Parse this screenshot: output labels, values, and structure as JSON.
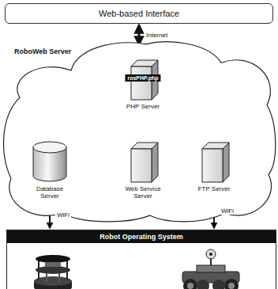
{
  "diagram": {
    "nodes": [
      {
        "text": [
          "Web-based Interface"
        ]
      },
      {
        "text": [
          "RoboWeb Server"
        ]
      },
      {
        "text": [
          "rosPHP.php",
          "PHP Server"
        ],
        "in": 1
      },
      {
        "text": [
          "Database Server"
        ],
        "in": 1
      },
      {
        "text": [
          "Web Service Server"
        ],
        "in": 1
      },
      {
        "text": [
          "FTP Server"
        ],
        "in": 1
      },
      {
        "text": [
          "Robot Operating System"
        ]
      }
    ],
    "edges": [
      {
        "from": 0,
        "to": 1,
        "arrow": "both",
        "label": "Internet"
      },
      {
        "from": 2,
        "to": 3,
        "arrow": "to"
      },
      {
        "from": 2,
        "to": 4,
        "arrow": "to"
      },
      {
        "from": 2,
        "to": 5,
        "arrow": "to"
      },
      {
        "from": 3,
        "to": 6,
        "arrow": "both",
        "label": "WiFi"
      },
      {
        "from": 5,
        "to": 6,
        "arrow": "both",
        "label": "WiFi"
      }
    ]
  }
}
